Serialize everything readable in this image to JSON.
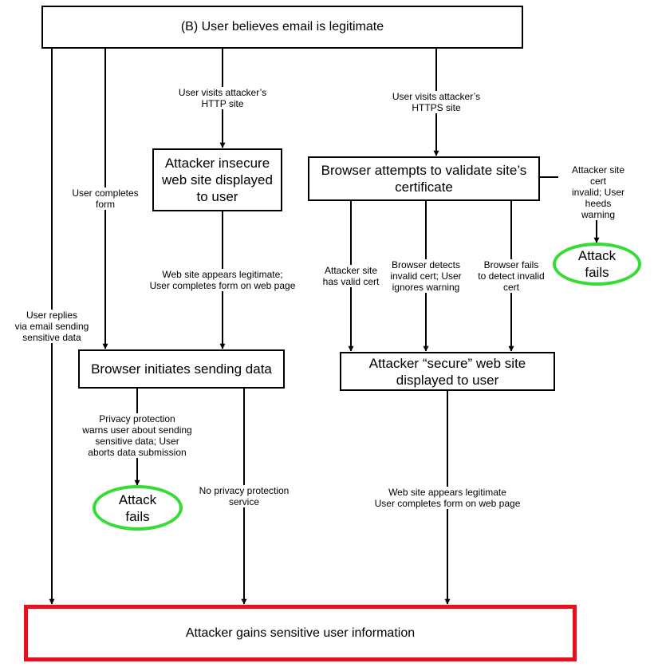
{
  "title": "Phishing attack flow (B)",
  "nodes": {
    "start": "(B) User believes email is legitimate",
    "insecure_site": "Attacker insecure web site displayed to user",
    "validate_cert": "Browser attempts to validate site’s certificate",
    "browser_sends": "Browser initiates sending data",
    "secure_site": "Attacker “secure” web site displayed to user",
    "attack_fails_cert": "Attack fails",
    "attack_fails_privacy": "Attack fails",
    "outcome": "Attacker gains sensitive user information"
  },
  "edges": {
    "email_reply": "User replies\nvia email sending\nsensitive data",
    "completes_form": "User completes\nform",
    "visits_http": "User visits attacker’s\nHTTP site",
    "visits_https": "User visits attacker’s\nHTTPS site",
    "http_legit": "Web site appears legitimate;\nUser completes form on web page",
    "cert_heeds": "Attacker site cert\ninvalid; User heeds\nwarning",
    "valid_cert": "Attacker site\nhas valid cert",
    "ignores_warning": "Browser detects\ninvalid cert; User\nignores warning",
    "fails_detect": "Browser fails\nto detect invalid\ncert",
    "privacy_warns": "Privacy protection\nwarns user about sending\nsensitive data; User\naborts data submission",
    "no_privacy": "No privacy protection\nservice",
    "https_legit": "Web site appears legitimate\nUser completes form on web page"
  },
  "colors": {
    "fail_outline": "#33dd33",
    "outcome_outline": "#e8101e",
    "line": "#000000"
  }
}
